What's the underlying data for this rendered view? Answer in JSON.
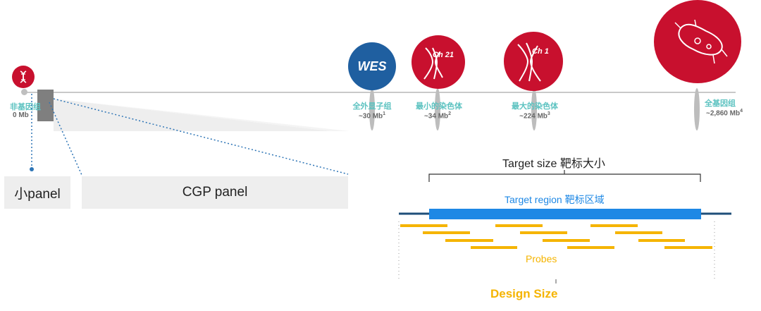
{
  "scale": {
    "points": [
      {
        "label": "非基因组",
        "size": "0 Mb",
        "note": ""
      },
      {
        "label": "全外显子组",
        "size": "~30 Mb",
        "note": "1",
        "badge": "WES"
      },
      {
        "label": "最小的染色体",
        "size": "~34 Mb",
        "note": "2",
        "badge": "Ch 21"
      },
      {
        "label": "最大的染色体",
        "size": "~224 Mb",
        "note": "3",
        "badge": "Ch 1"
      },
      {
        "label": "全基因组",
        "size": "~2,860 Mb",
        "note": "4"
      }
    ]
  },
  "panels": {
    "small": "小panel",
    "cgp": "CGP panel"
  },
  "design": {
    "target_size": "Target size 靶标大小",
    "target_region": "Target region 靶标区域",
    "probes": "Probes",
    "design_size": "Design Size"
  },
  "colors": {
    "red": "#c8102e",
    "blue": "#1f5fa0",
    "teal": "#5bc2c0",
    "region": "#1e88e5",
    "probe": "#f5b400"
  }
}
